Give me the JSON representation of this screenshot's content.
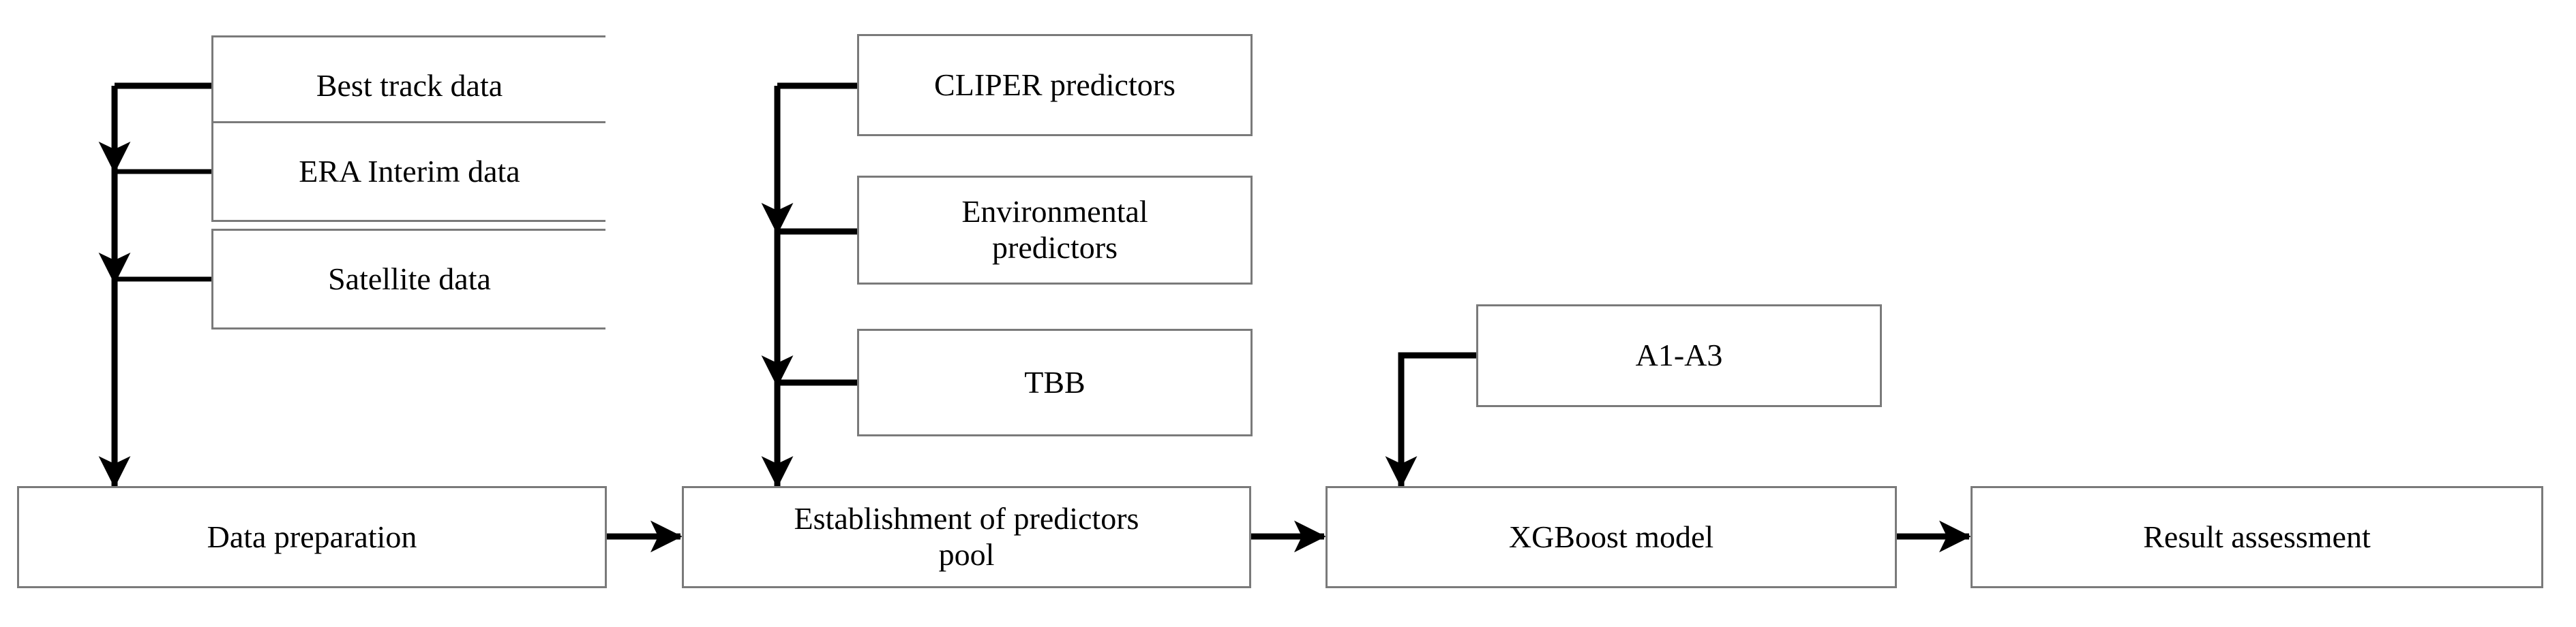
{
  "diagram": {
    "title": "XGBoost typhoon intensity forecast workflow flowchart",
    "stroke_color": "#000000",
    "box_border_color": "#7a7a7a",
    "background_color": "#ffffff",
    "text_color": "#000000"
  },
  "nodes": {
    "best_track_data": {
      "label": "Best track data",
      "font_size": "46px"
    },
    "era_interim_data": {
      "label": "ERA Interim data",
      "font_size": "46px"
    },
    "satellite_data": {
      "label": "Satellite data",
      "font_size": "46px"
    },
    "data_preparation": {
      "label": "Data preparation",
      "font_size": "46px"
    },
    "cliper_predictors": {
      "label": "CLIPER predictors",
      "font_size": "46px"
    },
    "environmental_predictors": {
      "label": "Environmental\npredictors",
      "font_size": "46px"
    },
    "tbb": {
      "label": "TBB",
      "font_size": "46px"
    },
    "establishment_of_predictors_pool": {
      "label": "Establishment of predictors\npool",
      "font_size": "46px"
    },
    "a1_a3": {
      "label": "A1-A3",
      "font_size": "46px"
    },
    "xgboost_model": {
      "label": "XGBoost model",
      "font_size": "46px"
    },
    "result_assessment": {
      "label": "Result assessment",
      "font_size": "46px"
    }
  },
  "edges": [
    {
      "name": "best-track-to-data-preparation",
      "from": "best_track_data",
      "to": "data_preparation"
    },
    {
      "name": "era-interim-to-data-preparation",
      "from": "era_interim_data",
      "to": "data_preparation"
    },
    {
      "name": "satellite-to-data-preparation",
      "from": "satellite_data",
      "to": "data_preparation"
    },
    {
      "name": "cliper-to-predictors-pool",
      "from": "cliper_predictors",
      "to": "establishment_of_predictors_pool"
    },
    {
      "name": "environmental-to-predictors-pool",
      "from": "environmental_predictors",
      "to": "establishment_of_predictors_pool"
    },
    {
      "name": "tbb-to-predictors-pool",
      "from": "tbb",
      "to": "establishment_of_predictors_pool"
    },
    {
      "name": "data-preparation-to-predictors-pool",
      "from": "data_preparation",
      "to": "establishment_of_predictors_pool"
    },
    {
      "name": "predictors-pool-to-xgboost",
      "from": "establishment_of_predictors_pool",
      "to": "xgboost_model"
    },
    {
      "name": "a1a3-to-xgboost",
      "from": "a1_a3",
      "to": "xgboost_model"
    },
    {
      "name": "xgboost-to-result-assessment",
      "from": "xgboost_model",
      "to": "result_assessment"
    }
  ]
}
